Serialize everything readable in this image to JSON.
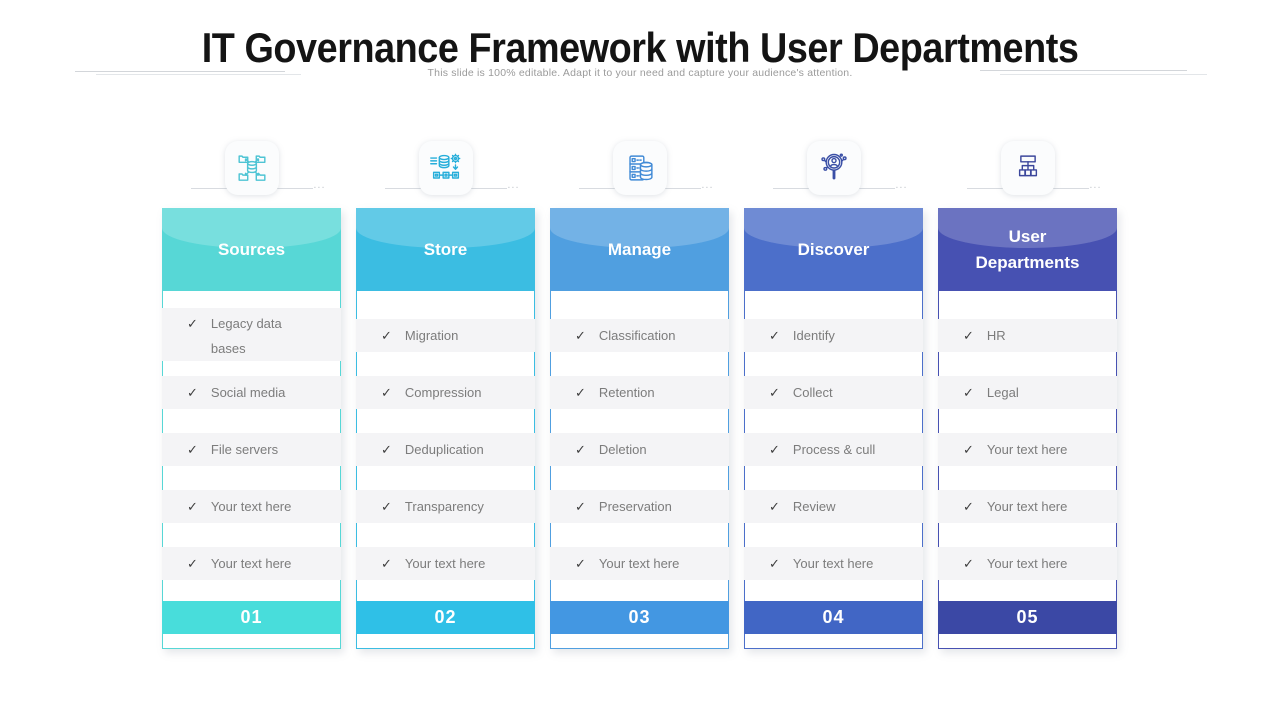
{
  "slide": {
    "title": "IT Governance Framework with User Departments",
    "subtitle": "This slide is 100% editable. Adapt it to your need and capture your audience's attention."
  },
  "checkmark": "✓",
  "columns": [
    {
      "key": "sources",
      "title": "Sources",
      "number": "01",
      "icon": "data-sources-icon",
      "colors": {
        "main": "#57d7d6",
        "band": "#48dddb",
        "icon": "#4ec4d4"
      },
      "first_item_two_lines": true,
      "items": [
        "Legacy data bases",
        "Social media",
        "File servers",
        "Your text here",
        "Your text here"
      ]
    },
    {
      "key": "store",
      "title": "Store",
      "number": "02",
      "icon": "database-process-icon",
      "colors": {
        "main": "#3bbde2",
        "band": "#2fc0e7",
        "icon": "#27aeda"
      },
      "items": [
        "Migration",
        "Compression",
        "Deduplication",
        "Transparency",
        "Your text here"
      ]
    },
    {
      "key": "manage",
      "title": "Manage",
      "number": "03",
      "icon": "server-storage-icon",
      "colors": {
        "main": "#509fe0",
        "band": "#4397e2",
        "icon": "#418ad6"
      },
      "items": [
        "Classification",
        "Retention",
        "Deletion",
        "Preservation",
        "Your text here"
      ]
    },
    {
      "key": "discover",
      "title": "Discover",
      "number": "04",
      "icon": "search-insights-icon",
      "colors": {
        "main": "#4c6fca",
        "band": "#4166c5",
        "icon": "#3a4fa6"
      },
      "items": [
        "Identify",
        "Collect",
        "Process & cull",
        "Review",
        "Your text here"
      ]
    },
    {
      "key": "user-departments",
      "title": "User Departments",
      "number": "05",
      "icon": "org-chart-icon",
      "colors": {
        "main": "#4751b2",
        "band": "#3b48a5",
        "icon": "#3c479c"
      },
      "items": [
        "HR",
        "Legal",
        "Your text here",
        "Your text here",
        "Your text here"
      ]
    }
  ]
}
